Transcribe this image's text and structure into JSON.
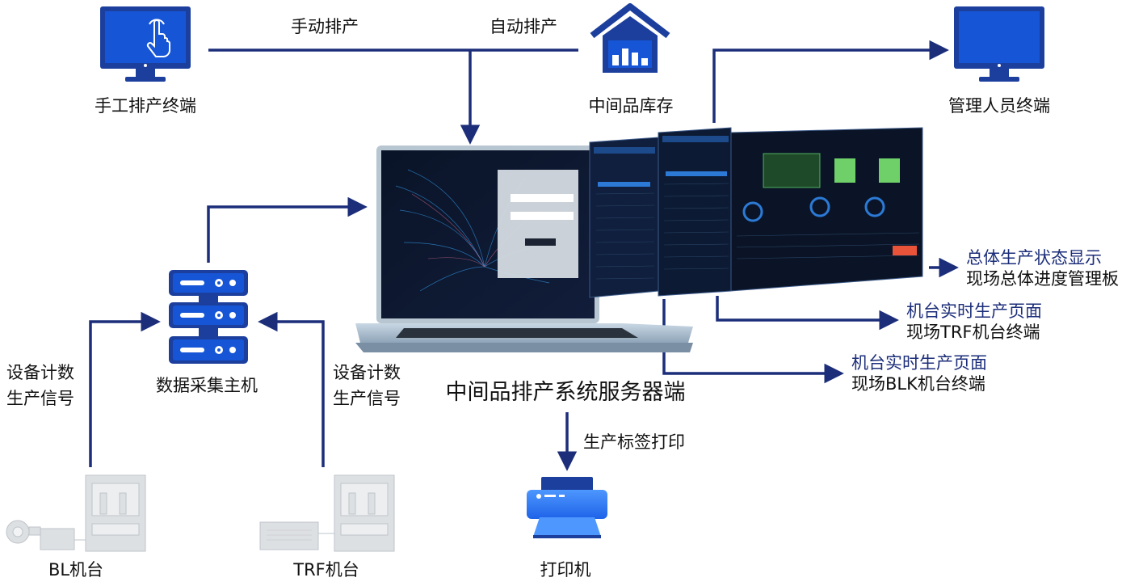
{
  "nodes": {
    "manual_terminal": "手工排产终端",
    "wip_inventory": "中间品库存",
    "manager_terminal": "管理人员终端",
    "server": "中间品排产系统服务器端",
    "data_host": "数据采集主机",
    "printer": "打印机",
    "bl_machine": "BL机台",
    "trf_machine": "TRF机台"
  },
  "edges": {
    "manual_schedule": "手动排产",
    "auto_schedule": "自动排产",
    "label_print": "生产标签打印",
    "signal_left": [
      "设备计数",
      "生产信号"
    ],
    "signal_right": [
      "设备计数",
      "生产信号"
    ]
  },
  "outputs": {
    "overall": {
      "title": "总体生产状态显示",
      "sub": "现场总体进度管理板"
    },
    "trf": {
      "title": "机台实时生产页面",
      "sub": "现场TRF机台终端"
    },
    "blk": {
      "title": "机台实时生产页面",
      "sub": "现场BLK机台终端"
    }
  },
  "colors": {
    "line": "#1c2e7a",
    "icon_blue": "#1656d6",
    "icon_dark": "#1c3f9e",
    "label_blue": "#1c2e7a"
  },
  "icons": [
    "touch-monitor-icon",
    "warehouse-chart-icon",
    "monitor-icon",
    "server-rack-icon",
    "printer-icon",
    "laptop-icon",
    "machine-icon"
  ]
}
